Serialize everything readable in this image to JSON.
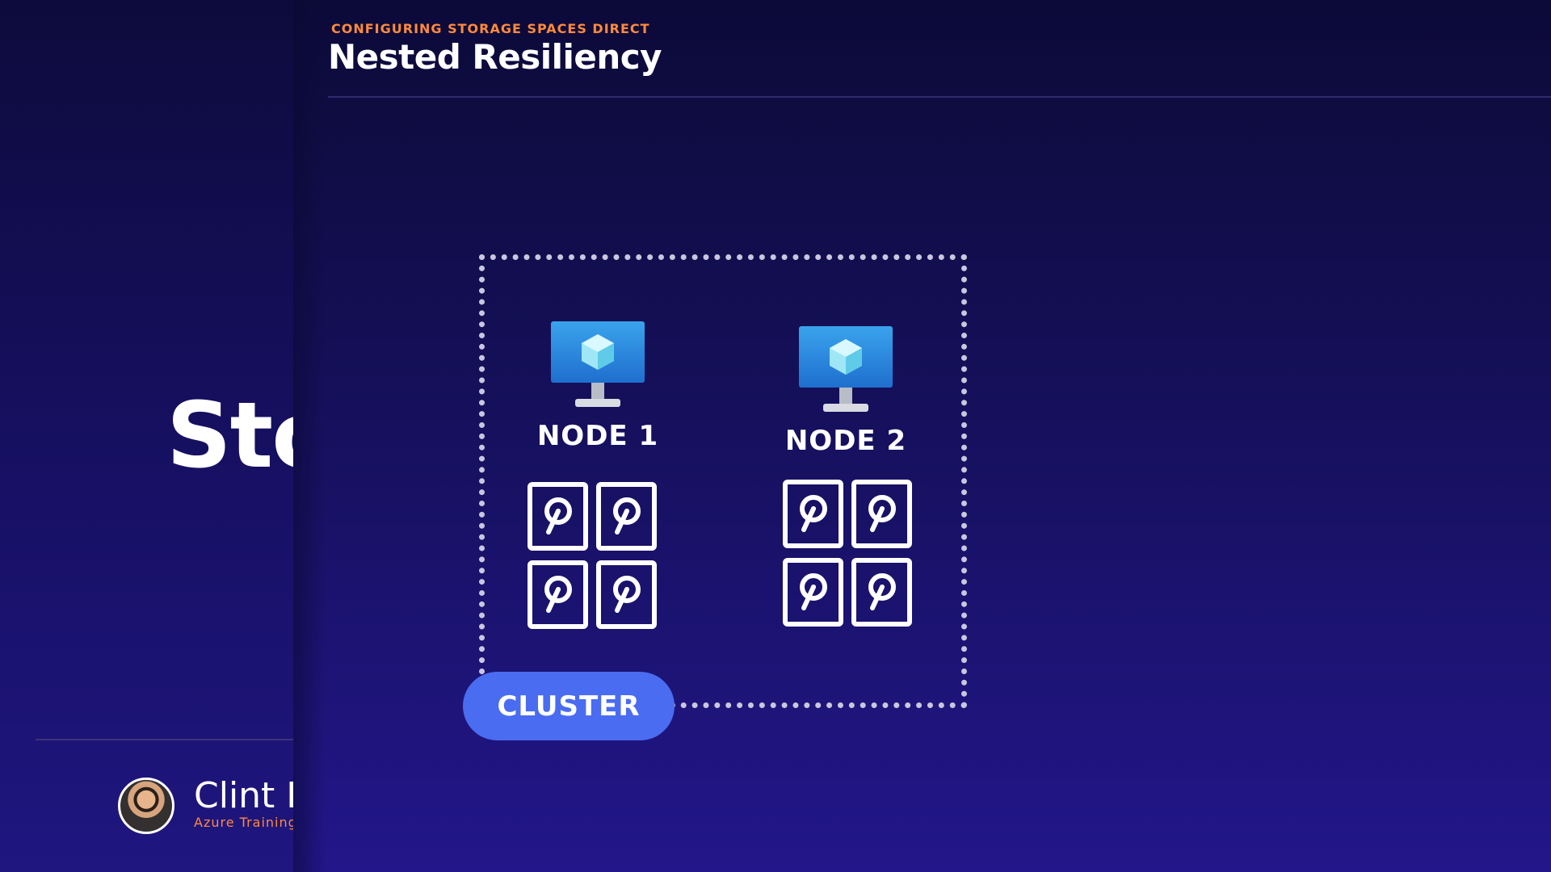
{
  "left_slide": {
    "big_title": "Sto",
    "presenter_name": "Clint B",
    "presenter_role": "Azure Training"
  },
  "header": {
    "subtitle": "CONFIGURING STORAGE SPACES DIRECT",
    "title": "Nested Resiliency"
  },
  "diagram": {
    "nodes": [
      {
        "label": "NODE 1",
        "icon": "monitor-vm-icon",
        "disk_count": 4
      },
      {
        "label": "NODE 2",
        "icon": "monitor-vm-icon",
        "disk_count": 4
      }
    ],
    "disk_icon": "hard-disk-icon",
    "cluster_label": "CLUSTER"
  },
  "colors": {
    "accent_orange": "#ff8a3d",
    "cluster_blue": "#4a6cf0",
    "background_top": "#0c0a38",
    "background_bottom": "#22168a"
  }
}
